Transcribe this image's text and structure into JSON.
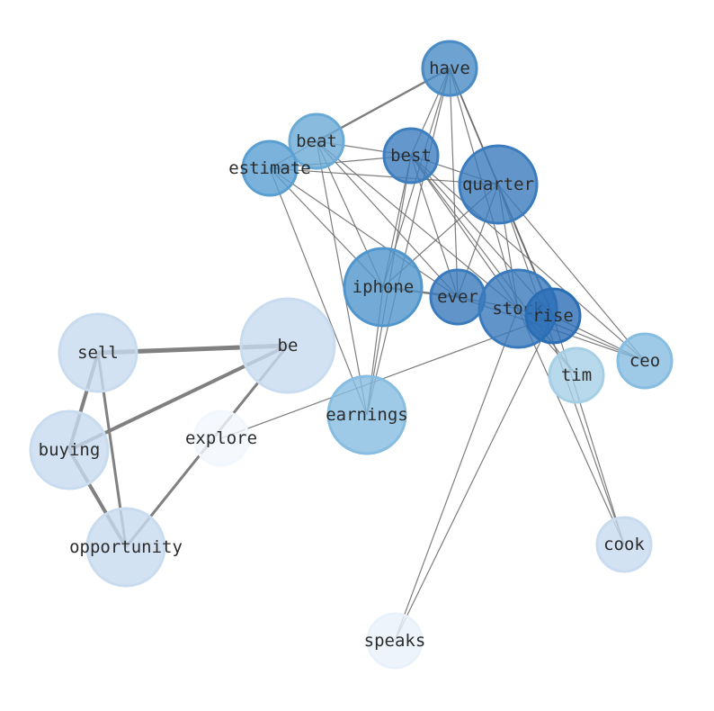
{
  "graph": {
    "nodes": [
      {
        "id": "have",
        "label": "have",
        "size": "m",
        "color": "#4a8bc6"
      },
      {
        "id": "beat",
        "label": "beat",
        "size": "m",
        "color": "#6aaad6"
      },
      {
        "id": "best",
        "label": "best",
        "size": "m",
        "color": "#3d7ebf"
      },
      {
        "id": "estimate",
        "label": "estimate",
        "size": "m",
        "color": "#5a9fd2"
      },
      {
        "id": "quarter",
        "label": "quarter",
        "size": "l",
        "color": "#3b7cbe"
      },
      {
        "id": "iphone",
        "label": "iphone",
        "size": "l",
        "color": "#5096cc"
      },
      {
        "id": "ever",
        "label": "ever",
        "size": "m",
        "color": "#3a7bbd"
      },
      {
        "id": "stock",
        "label": "stock",
        "size": "l",
        "color": "#3a7abc"
      },
      {
        "id": "rise",
        "label": "rise",
        "size": "m",
        "color": "#2a6db5"
      },
      {
        "id": "tim",
        "label": "tim",
        "size": "m",
        "color": "#a6cfe6"
      },
      {
        "id": "ceo",
        "label": "ceo",
        "size": "m",
        "color": "#86bde1"
      },
      {
        "id": "sell",
        "label": "sell",
        "size": "l",
        "color": "#c8dbef"
      },
      {
        "id": "be",
        "label": "be",
        "size": "xl",
        "color": "#c8dbef"
      },
      {
        "id": "buying",
        "label": "buying",
        "size": "l",
        "color": "#c8dbef"
      },
      {
        "id": "explore",
        "label": "explore",
        "size": "m",
        "color": "#f2f7fd"
      },
      {
        "id": "earnings",
        "label": "earnings",
        "size": "l",
        "color": "#86bde1"
      },
      {
        "id": "opportunity",
        "label": "opportunity",
        "size": "l",
        "color": "#c8dbef"
      },
      {
        "id": "cook",
        "label": "cook",
        "size": "m",
        "color": "#c8dbef"
      },
      {
        "id": "speaks",
        "label": "speaks",
        "size": "m",
        "color": "#e9f1fb"
      }
    ],
    "edges": [
      [
        "sell",
        "be",
        5
      ],
      [
        "buying",
        "be",
        4
      ],
      [
        "sell",
        "buying",
        4
      ],
      [
        "buying",
        "opportunity",
        4
      ],
      [
        "sell",
        "opportunity",
        3
      ],
      [
        "be",
        "opportunity",
        3
      ],
      [
        "explore",
        "rise",
        1
      ],
      [
        "have",
        "beat",
        2
      ],
      [
        "have",
        "best",
        1
      ],
      [
        "have",
        "iphone",
        1
      ],
      [
        "have",
        "earnings",
        1
      ],
      [
        "have",
        "ever",
        1
      ],
      [
        "have",
        "stock",
        1
      ],
      [
        "have",
        "rise",
        1.5
      ],
      [
        "have",
        "quarter",
        1
      ],
      [
        "beat",
        "best",
        1
      ],
      [
        "beat",
        "estimate",
        1
      ],
      [
        "beat",
        "iphone",
        1
      ],
      [
        "beat",
        "ever",
        1
      ],
      [
        "beat",
        "earnings",
        1
      ],
      [
        "beat",
        "stock",
        1
      ],
      [
        "estimate",
        "best",
        1
      ],
      [
        "estimate",
        "quarter",
        1
      ],
      [
        "estimate",
        "iphone",
        1
      ],
      [
        "estimate",
        "ever",
        1
      ],
      [
        "estimate",
        "earnings",
        1
      ],
      [
        "best",
        "quarter",
        1
      ],
      [
        "best",
        "iphone",
        1
      ],
      [
        "best",
        "earnings",
        1
      ],
      [
        "best",
        "ever",
        1
      ],
      [
        "best",
        "stock",
        1
      ],
      [
        "best",
        "rise",
        1
      ],
      [
        "best",
        "tim",
        1
      ],
      [
        "best",
        "ceo",
        1
      ],
      [
        "quarter",
        "iphone",
        1
      ],
      [
        "quarter",
        "ever",
        1
      ],
      [
        "quarter",
        "stock",
        1
      ],
      [
        "quarter",
        "rise",
        1.5
      ],
      [
        "quarter",
        "ceo",
        1
      ],
      [
        "quarter",
        "cook",
        1
      ],
      [
        "iphone",
        "ever",
        2
      ],
      [
        "iphone",
        "earnings",
        1
      ],
      [
        "ever",
        "stock",
        1
      ],
      [
        "ever",
        "ceo",
        1
      ],
      [
        "stock",
        "ceo",
        1
      ],
      [
        "rise",
        "ceo",
        1
      ],
      [
        "stock",
        "speaks",
        1
      ],
      [
        "rise",
        "speaks",
        1
      ],
      [
        "rise",
        "cook",
        1
      ],
      [
        "stock",
        "cook",
        1
      ],
      [
        "stock",
        "tim",
        1
      ]
    ]
  }
}
